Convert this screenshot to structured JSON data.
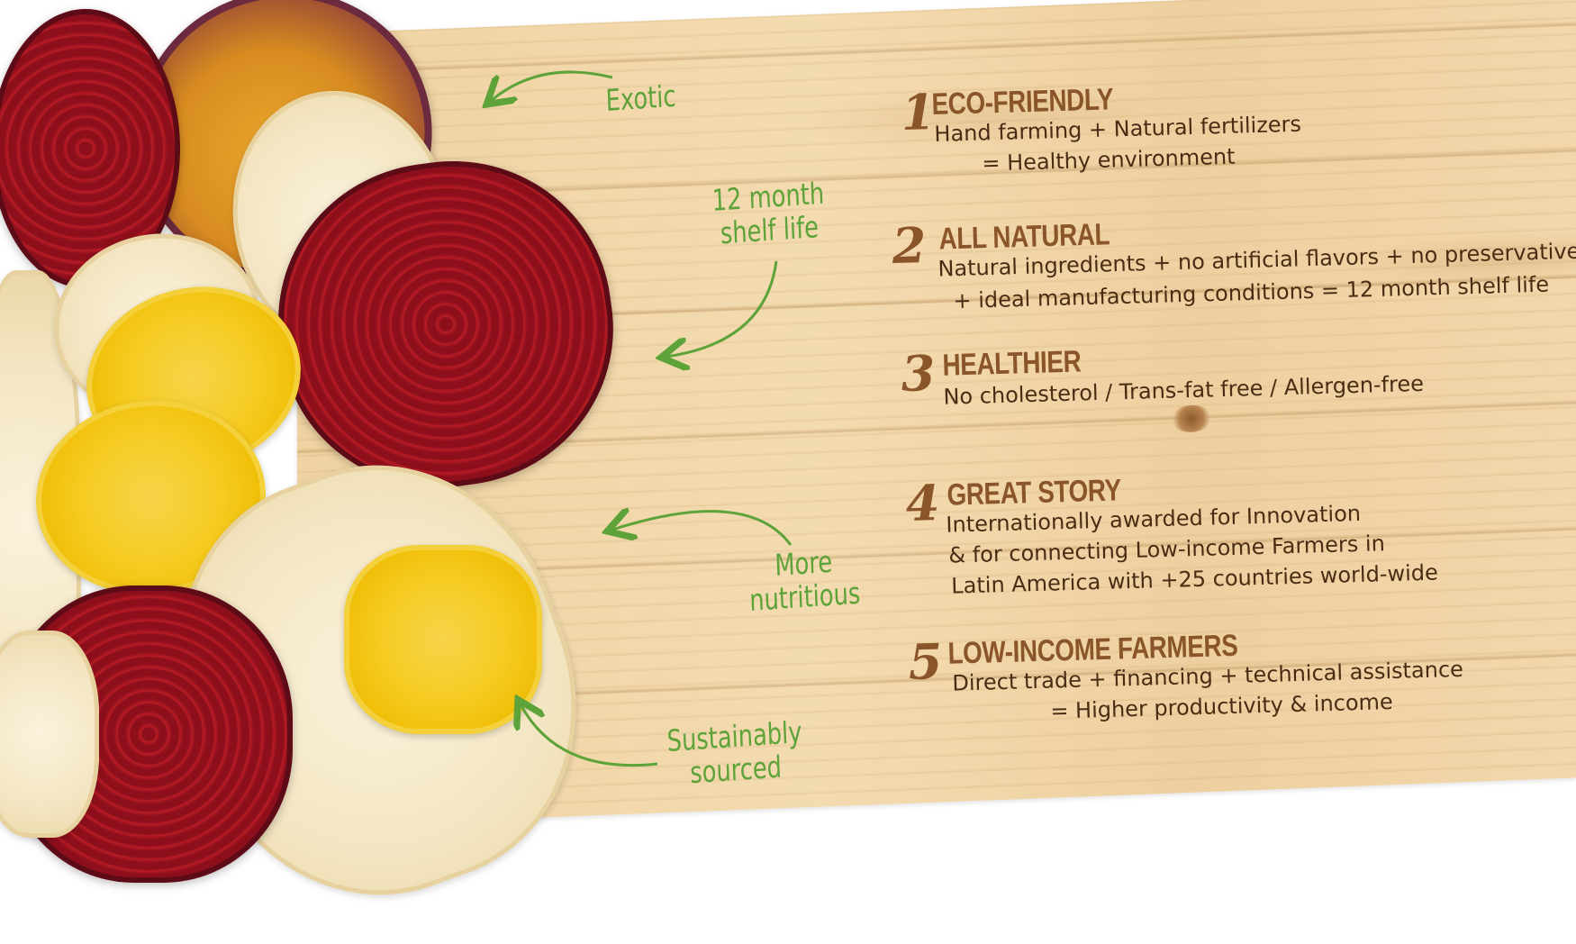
{
  "annotations": [
    {
      "text": "Exotic"
    },
    {
      "line1": "12 month",
      "line2": "shelf life"
    },
    {
      "line1": "More",
      "line2": "nutritious"
    },
    {
      "line1": "Sustainably",
      "line2": "sourced"
    }
  ],
  "benefits": [
    {
      "number": "1",
      "title": "ECO-FRIENDLY",
      "line1": "Hand farming + Natural fertilizers",
      "line2": "= Healthy environment"
    },
    {
      "number": "2",
      "title": "ALL NATURAL",
      "line1": "Natural ingredients + no artificial flavors  + no preservatives",
      "line2": "+ ideal manufacturing conditions = 12 month shelf life"
    },
    {
      "number": "3",
      "title": "HEALTHIER",
      "line1": "No cholesterol / Trans-fat free / Allergen-free"
    },
    {
      "number": "4",
      "title": "GREAT STORY",
      "line1": "Internationally awarded for Innovation",
      "line2": "& for connecting Low-income Farmers in",
      "line3": "Latin America with +25 countries world-wide"
    },
    {
      "number": "5",
      "title": "LOW-INCOME FARMERS",
      "line1": "Direct trade + financing + technical assistance",
      "line2": "= Higher productivity & income"
    }
  ],
  "colors": {
    "annotation_green": "#5ea33a",
    "title_brown": "#8a5629",
    "wood": "#f1d7ab",
    "beet": "#8e0f1c",
    "plantain": "#f6cc22"
  }
}
